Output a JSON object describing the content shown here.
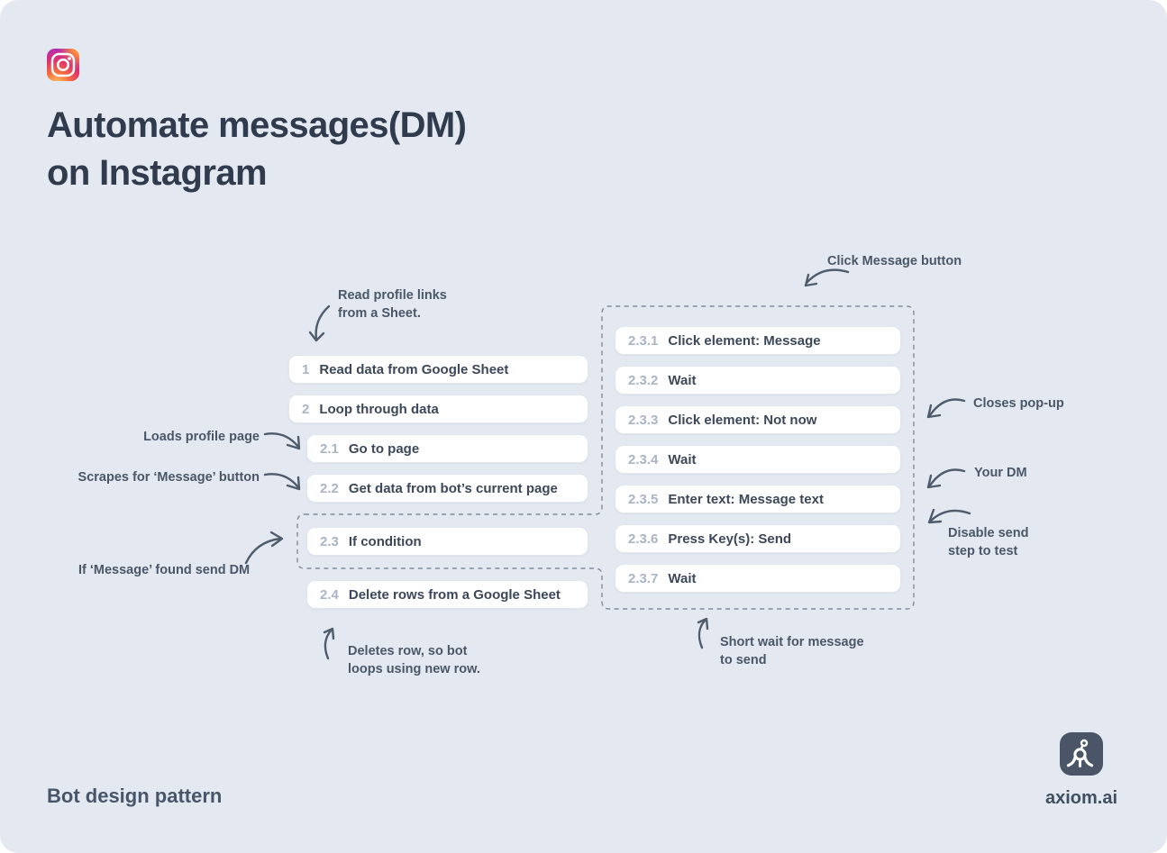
{
  "header": {
    "title_line1": "Automate messages(DM)",
    "title_line2": "on Instagram"
  },
  "flow": {
    "left_steps": [
      {
        "num": "1",
        "label": "Read data from Google Sheet"
      },
      {
        "num": "2",
        "label": "Loop through data"
      },
      {
        "num": "2.1",
        "label": "Go to page"
      },
      {
        "num": "2.2",
        "label": "Get data from bot’s current page"
      },
      {
        "num": "2.3",
        "label": "If condition"
      },
      {
        "num": "2.4",
        "label": "Delete rows from a Google Sheet"
      }
    ],
    "right_steps": [
      {
        "num": "2.3.1",
        "label": "Click element: Message"
      },
      {
        "num": "2.3.2",
        "label": "Wait"
      },
      {
        "num": "2.3.3",
        "label": "Click element: Not now"
      },
      {
        "num": "2.3.4",
        "label": "Wait"
      },
      {
        "num": "2.3.5",
        "label": "Enter text: Message text"
      },
      {
        "num": "2.3.6",
        "label": "Press Key(s): Send"
      },
      {
        "num": "2.3.7",
        "label": "Wait"
      }
    ]
  },
  "annotations": {
    "read_profile": "Read profile links\nfrom a Sheet.",
    "loads_profile": "Loads profile page",
    "scrapes": "Scrapes for ‘Message’ button",
    "if_message": "If ‘Message’ found send DM",
    "click_message": "Click Message button",
    "closes_popup": "Closes pop-up",
    "your_dm": "Your DM",
    "disable_send": "Disable send\nstep to test",
    "short_wait": "Short wait for message\nto send",
    "deletes_row": "Deletes row, so bot\nloops using new row."
  },
  "footer": {
    "pattern_label": "Bot design pattern",
    "brand": "axiom.ai"
  },
  "icons": {
    "header_icon": "instagram-icon",
    "footer_icon": "axiom-bot-claw-icon"
  },
  "colors": {
    "canvas_bg": "#e4e9f1",
    "step_box_bg": "#ffffff",
    "step_box_border": "#e2e7ee",
    "step_number": "#a9b5c5",
    "step_label": "#3c4859",
    "title": "#303b4d",
    "annotation": "#4a5768",
    "arrow": "#4e5c6d",
    "dashed_outline": "#7e8c9e",
    "axiom_badge_bg": "#4a5568",
    "footer_text": "#47566a"
  }
}
